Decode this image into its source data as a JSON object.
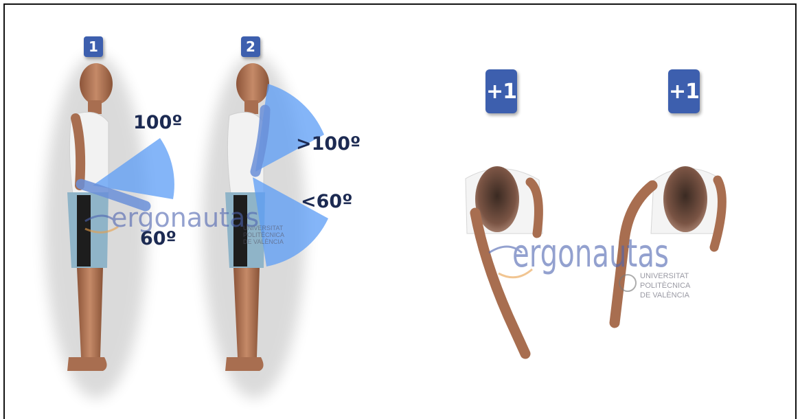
{
  "panels": [
    {
      "badge": "1",
      "angle_upper": "100º",
      "angle_lower": "60º"
    },
    {
      "badge": "2",
      "angle_upper": ">100º",
      "angle_lower": "<60º"
    }
  ],
  "modifiers": [
    {
      "badge": "+1"
    },
    {
      "badge": "+1"
    }
  ],
  "watermark": {
    "brand": "ergonautas",
    "university_line1": "UNIVERSITAT",
    "university_line2": "POLITÈCNICA",
    "university_line3": "DE VALÈNCIA"
  },
  "colors": {
    "badge": "#3d5fae",
    "sector_fill": "#5b9cf5",
    "angle_text": "#1c2a52",
    "skin": "#b87a5a",
    "shirt": "#f2f2f2",
    "shorts": "#8fb4c8",
    "watermark_blue": "#4d63b0",
    "watermark_orange": "#e8a04a"
  }
}
